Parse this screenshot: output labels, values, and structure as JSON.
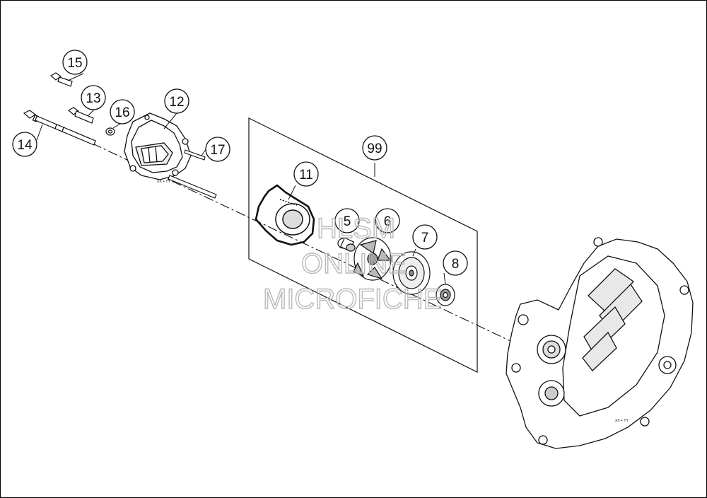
{
  "diagram": {
    "callouts": [
      {
        "id": "15",
        "label": "15"
      },
      {
        "id": "13",
        "label": "13"
      },
      {
        "id": "16",
        "label": "16"
      },
      {
        "id": "12",
        "label": "12"
      },
      {
        "id": "14",
        "label": "14"
      },
      {
        "id": "17",
        "label": "17"
      },
      {
        "id": "99",
        "label": "99"
      },
      {
        "id": "11",
        "label": "11"
      },
      {
        "id": "5",
        "label": "5"
      },
      {
        "id": "6",
        "label": "6"
      },
      {
        "id": "7",
        "label": "7"
      },
      {
        "id": "8",
        "label": "8"
      }
    ],
    "watermark": {
      "line1": "HLSM",
      "line2": "ONLINE",
      "line3": "MICROFICHE"
    },
    "cover_marking": "XX + YY",
    "housing_marking": "XX + YY"
  },
  "colors": {
    "line": "#111111",
    "watermark": "#b9b9b9"
  }
}
